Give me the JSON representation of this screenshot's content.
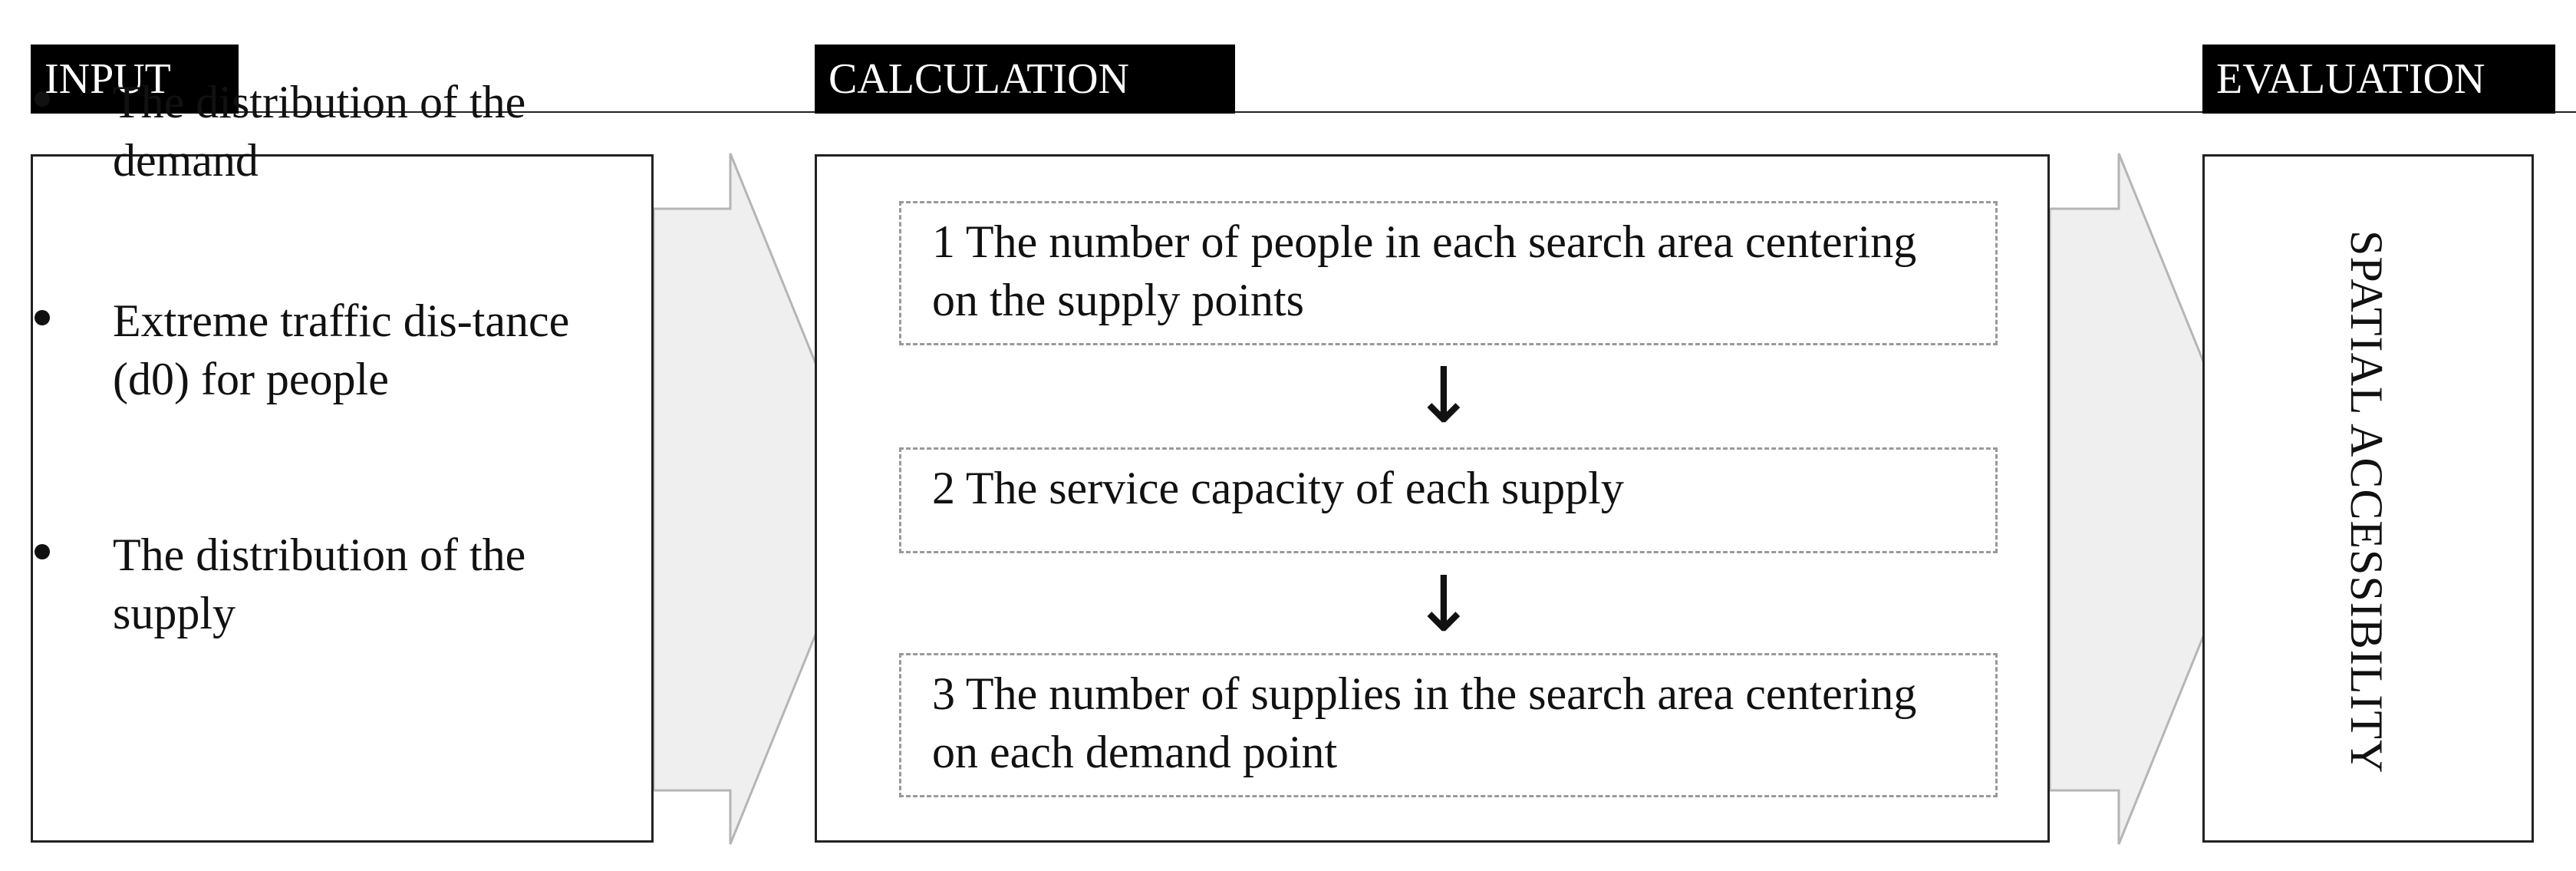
{
  "headers": {
    "input": "INPUT",
    "calculation": "CALCULATION",
    "evaluation": "EVALUATION"
  },
  "input_items": [
    "The distribution of the demand",
    "Extreme traffic dis-tance (d0) for people",
    "The distribution of the supply"
  ],
  "steps": [
    "1 The number of people in each search area centering on the supply points",
    "2 The service capacity of each supply",
    "3 The number of supplies in the search area centering on each demand point"
  ],
  "evaluation_text": "SPATIAL ACCESSIBILITY",
  "colors": {
    "arrow_fill": "#efefef",
    "arrow_stroke": "#b5b5b5",
    "header_bg": "#000000"
  }
}
